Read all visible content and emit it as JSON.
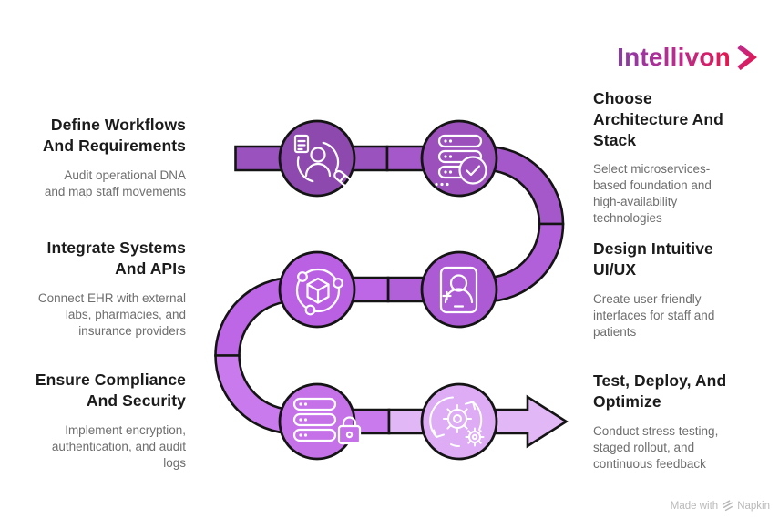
{
  "theme": {
    "background": "#ffffff",
    "heading-color": "#1b1b1b",
    "body-color": "#6e6e6e",
    "outline-color": "#141414",
    "icon-color": "#ffffff",
    "footer-color": "#b9b9b9",
    "logo-grad-start": "#8a3ba8",
    "logo-grad-mid": "#bc2b8d",
    "logo-grad-end": "#e4174d"
  },
  "logo": {
    "name": "Intellivon"
  },
  "diagram": {
    "type": "snake-process-flow",
    "step_count": 6
  },
  "steps": [
    {
      "title": "Define Workflows\nAnd Requirements",
      "description": "Audit operational DNA\nand map staff movements",
      "icon": "staff-workflow-icon",
      "side": "left",
      "shape_color": "#9a52bf",
      "circle_color": "#8d49ae"
    },
    {
      "title": "Choose\nArchitecture And\nStack",
      "description": "Select microservices-\nbased foundation and\nhigh-availability\ntechnologies",
      "icon": "server-check-icon",
      "side": "right",
      "shape_color": "#a558c9",
      "circle_color": "#9b50bc"
    },
    {
      "title": "Design Intuitive\nUI/UX",
      "description": "Create user-friendly\ninterfaces for staff and\npatients",
      "icon": "patient-card-icon",
      "side": "right",
      "shape_color": "#b260da",
      "circle_color": "#ad5bd5"
    },
    {
      "title": "Integrate Systems\nAnd APIs",
      "description": "Connect EHR with external\nlabs, pharmacies, and\ninsurance providers",
      "icon": "cube-network-icon",
      "side": "left",
      "shape_color": "#bd66e6",
      "circle_color": "#b960e3"
    },
    {
      "title": "Ensure Compliance\nAnd Security",
      "description": "Implement encryption,\nauthentication, and audit\nlogs",
      "icon": "server-lock-icon",
      "side": "left",
      "shape_color": "#c97aec",
      "circle_color": "#c572e9"
    },
    {
      "title": "Test, Deploy, And\nOptimize",
      "description": "Conduct stress testing,\nstaged rollout, and\ncontinuous feedback",
      "icon": "gears-refresh-icon",
      "side": "right",
      "shape_color": "#e2b7f6",
      "circle_color": "#ddacf4"
    }
  ],
  "footer": {
    "made_with": "Made with",
    "brand": "Napkin"
  }
}
